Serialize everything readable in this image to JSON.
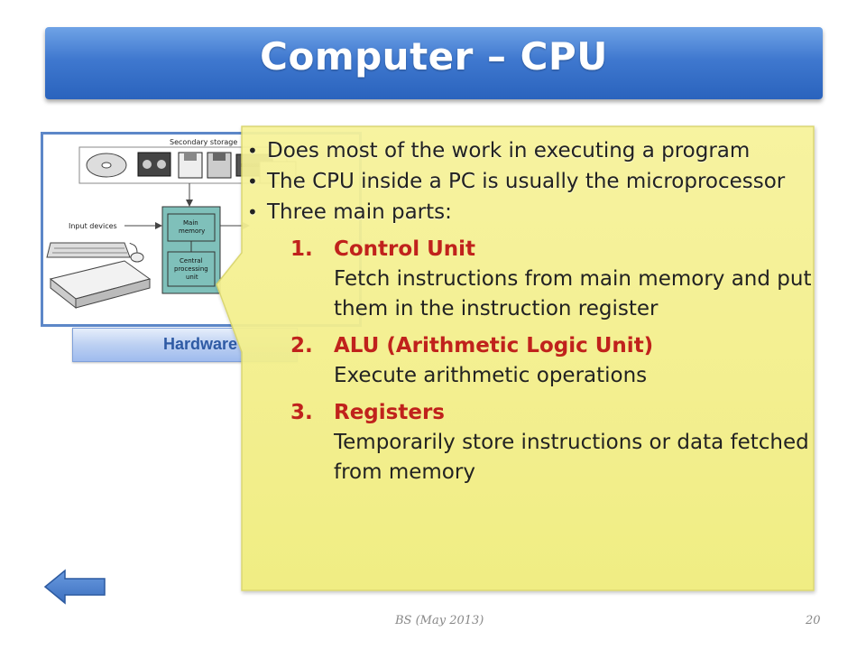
{
  "slide": {
    "title": "Computer – CPU",
    "hardware_button": "Hardware",
    "footer": "BS (May 2013)",
    "page_number": "20"
  },
  "diagram": {
    "labels": {
      "secondary_storage": "Secondary storage",
      "input_devices": "Input devices",
      "main_memory_1": "Main",
      "main_memory_2": "memory",
      "cpu_1": "Central",
      "cpu_2": "processing",
      "cpu_3": "unit"
    }
  },
  "callout": {
    "bullets": [
      "Does most of the work in executing a program",
      "The CPU inside a PC is usually the microprocessor",
      "Three main parts:"
    ],
    "parts": [
      {
        "number": "1.",
        "name": "Control Unit",
        "description": "Fetch instructions from main memory and put them in the instruction register"
      },
      {
        "number": "2.",
        "name": "ALU (Arithmetic Logic Unit)",
        "description": "Execute arithmetic operations"
      },
      {
        "number": "3.",
        "name": "Registers",
        "description": "Temporarily store instructions or data fetched from memory"
      }
    ]
  },
  "colors": {
    "title_blue": "#3f78cf",
    "callout_yellow": "#f3f088",
    "part_heading_red": "#c0221c",
    "back_arrow_blue": "#4a7fc9"
  },
  "icons": {
    "back_button": "left-arrow-icon",
    "bullet": "bullet-dot"
  }
}
